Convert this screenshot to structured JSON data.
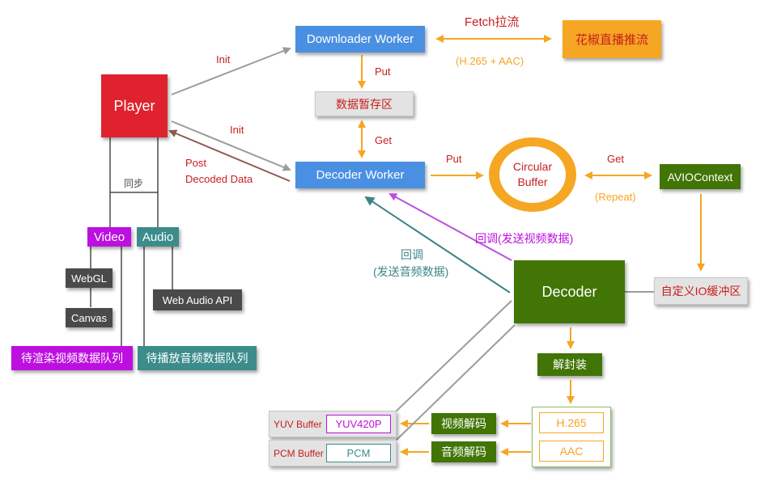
{
  "nodes": {
    "player": "Player",
    "downloader": "Downloader Worker",
    "live_push": "花椒直播推流",
    "cache": "数据暂存区",
    "decoder_worker": "Decoder Worker",
    "circular_buffer": "Circular\nBuffer",
    "avio": "AVIOContext",
    "custom_io": "自定义IO缓冲区",
    "decoder": "Decoder",
    "demux": "解封装",
    "video_decode": "视频解码",
    "audio_decode": "音频解码",
    "h265": "H.265",
    "aac": "AAC",
    "yuv_buffer_label": "YUV Buffer",
    "yuv_format": "YUV420P",
    "pcm_buffer_label": "PCM Buffer",
    "pcm_format": "PCM",
    "video": "Video",
    "audio": "Audio",
    "webgl": "WebGL",
    "canvas": "Canvas",
    "web_audio_api": "Web Audio API",
    "video_queue": "待渲染视频数据队列",
    "audio_queue": "待播放音频数据队列"
  },
  "labels": {
    "fetch": "Fetch拉流",
    "h265_aac": "(H.265 + AAC)",
    "init1": "Init",
    "init2": "Init",
    "put1": "Put",
    "get1": "Get",
    "put2": "Put",
    "get2": "Get",
    "repeat": "(Repeat)",
    "post": "Post",
    "decoded_data": "Decoded Data",
    "sync": "同步",
    "callback_video": "回调(发送视频数据)",
    "callback_audio_1": "回调",
    "callback_audio_2": "(发送音频数据)"
  },
  "colors": {
    "player_red": "#e0222f",
    "blue": "#4a90e2",
    "orange": "#f5a623",
    "green": "#417505",
    "purple": "#bd10e0",
    "teal": "#3c8c8c",
    "dark_gray": "#4a4a4a",
    "light_gray": "#e3e3e3",
    "arrow_gray": "#9b9b9b",
    "arrow_orange": "#f5a623",
    "arrow_teal": "#3c8585",
    "arrow_purple": "#bd4fe0",
    "arrow_brown": "#8b5a50"
  }
}
